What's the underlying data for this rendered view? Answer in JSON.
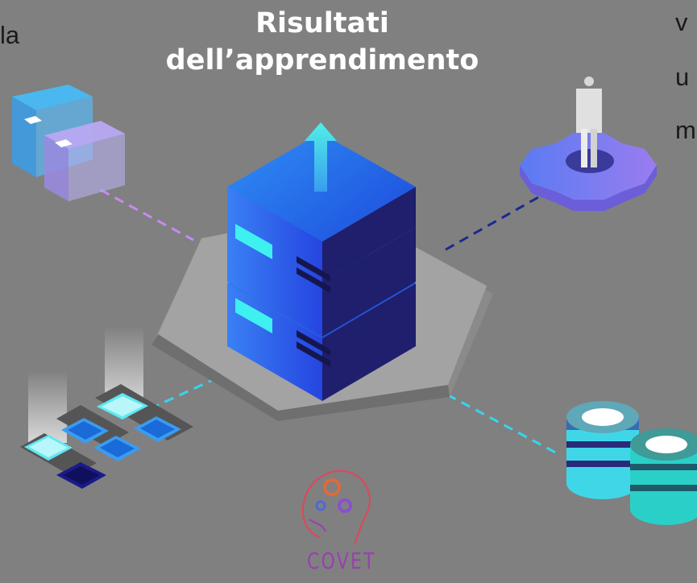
{
  "title": {
    "line1": "Risultati",
    "line2": "dell’apprendimento"
  },
  "fragments": {
    "left": "la",
    "right1": "v",
    "right2": "u",
    "right3": "m"
  },
  "logo": {
    "text": "COVET"
  },
  "icons": [
    "server-stack-icon",
    "up-arrow-icon",
    "window-panels-icon",
    "person-gear-icon",
    "chip-grid-icon",
    "database-cylinders-icon",
    "brain-gear-logo-icon"
  ],
  "colors": {
    "background": "#808080",
    "server_blue": "#1e5bf0",
    "accent_cyan": "#34e0f2",
    "line_purple": "#c78af0",
    "line_navy": "#1b2a8f"
  }
}
